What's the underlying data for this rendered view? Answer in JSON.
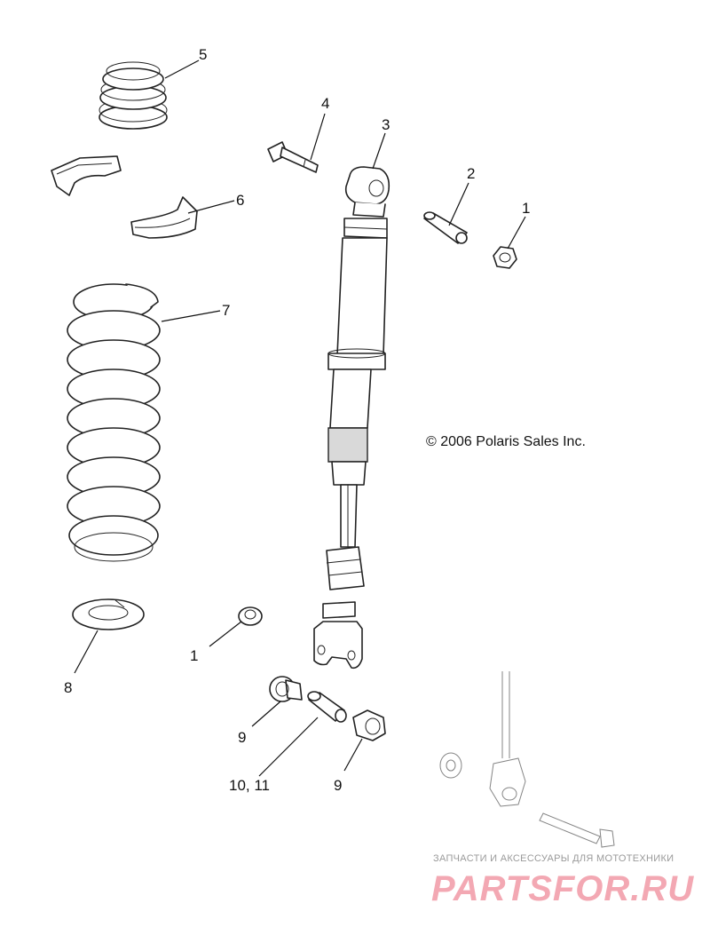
{
  "callouts": {
    "c1a": "1",
    "c1b": "1",
    "c2": "2",
    "c3": "3",
    "c4": "4",
    "c5": "5",
    "c6": "6",
    "c7": "7",
    "c8": "8",
    "c9a": "9",
    "c9b": "9",
    "c10_11": "10, 11"
  },
  "copyright": "© 2006 Polaris Sales Inc.",
  "watermark": {
    "tagline": "ЗАПЧАСТИ И АКСЕССУАРЫ ДЛЯ МОТОТЕХНИКИ",
    "logo": "PARTSFOR.RU"
  }
}
